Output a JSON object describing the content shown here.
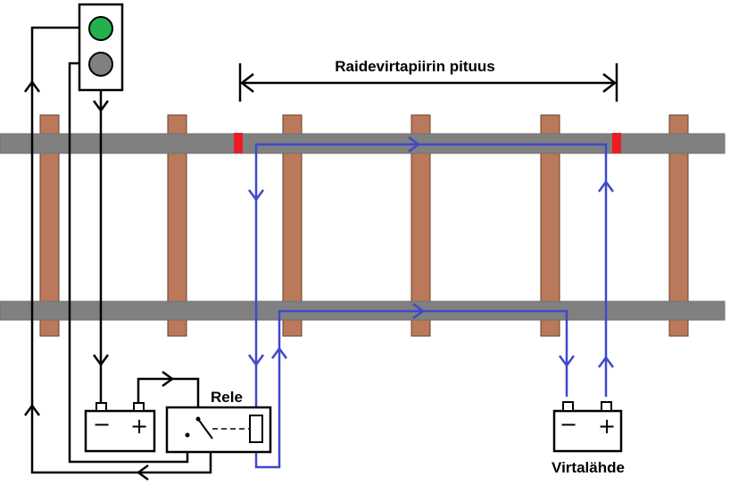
{
  "labels": {
    "length": "Raidevirtapiirin pituus",
    "relay": "Rele",
    "power_source": "Virtalähde"
  },
  "battery_signs": {
    "minus": "−",
    "plus": "+"
  },
  "signal": {
    "top_lamp": "green",
    "bottom_lamp": "gray"
  },
  "colors": {
    "rail": "#808080",
    "sleeper": "#b9795a",
    "insulated_joint": "#ed1c24",
    "track_current": "#3f48cc",
    "signal_wiring": "#000000",
    "lamp_green": "#22b14c",
    "lamp_gray": "#808080"
  }
}
